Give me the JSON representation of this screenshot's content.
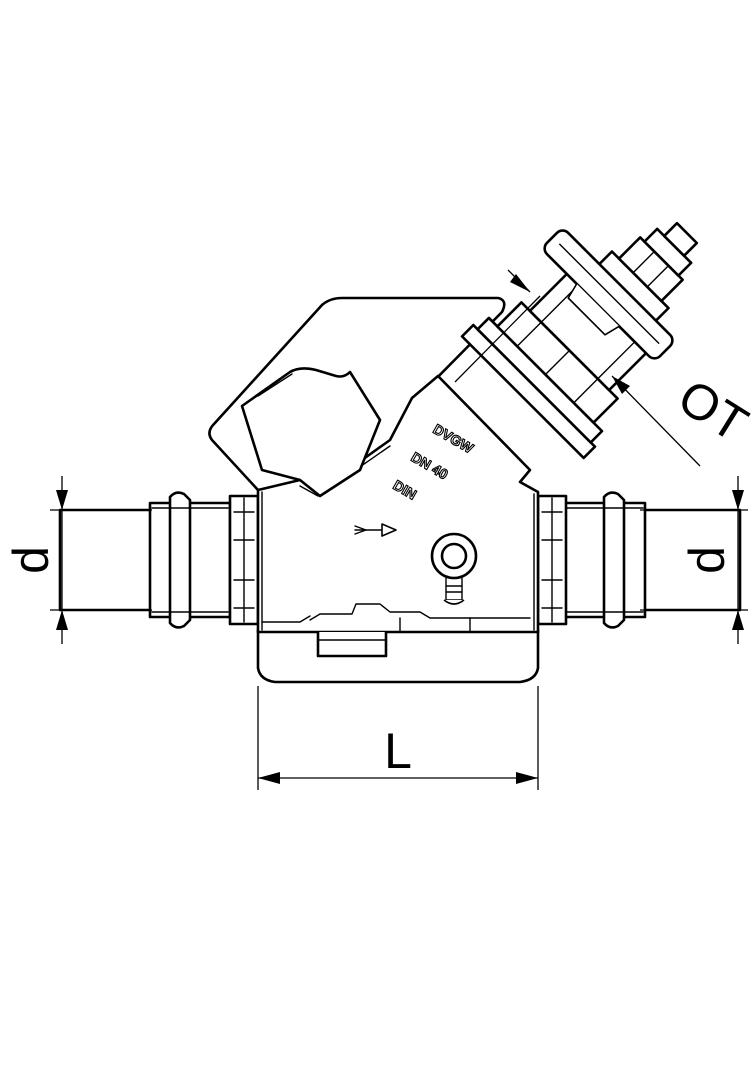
{
  "drawing": {
    "dimensions": {
      "left_diameter": "d",
      "right_diameter": "d",
      "length": "L",
      "operating_top": "OT"
    },
    "body_markings": {
      "line1": "DVGW",
      "line2": "DN 40",
      "line3": "DIN"
    }
  }
}
